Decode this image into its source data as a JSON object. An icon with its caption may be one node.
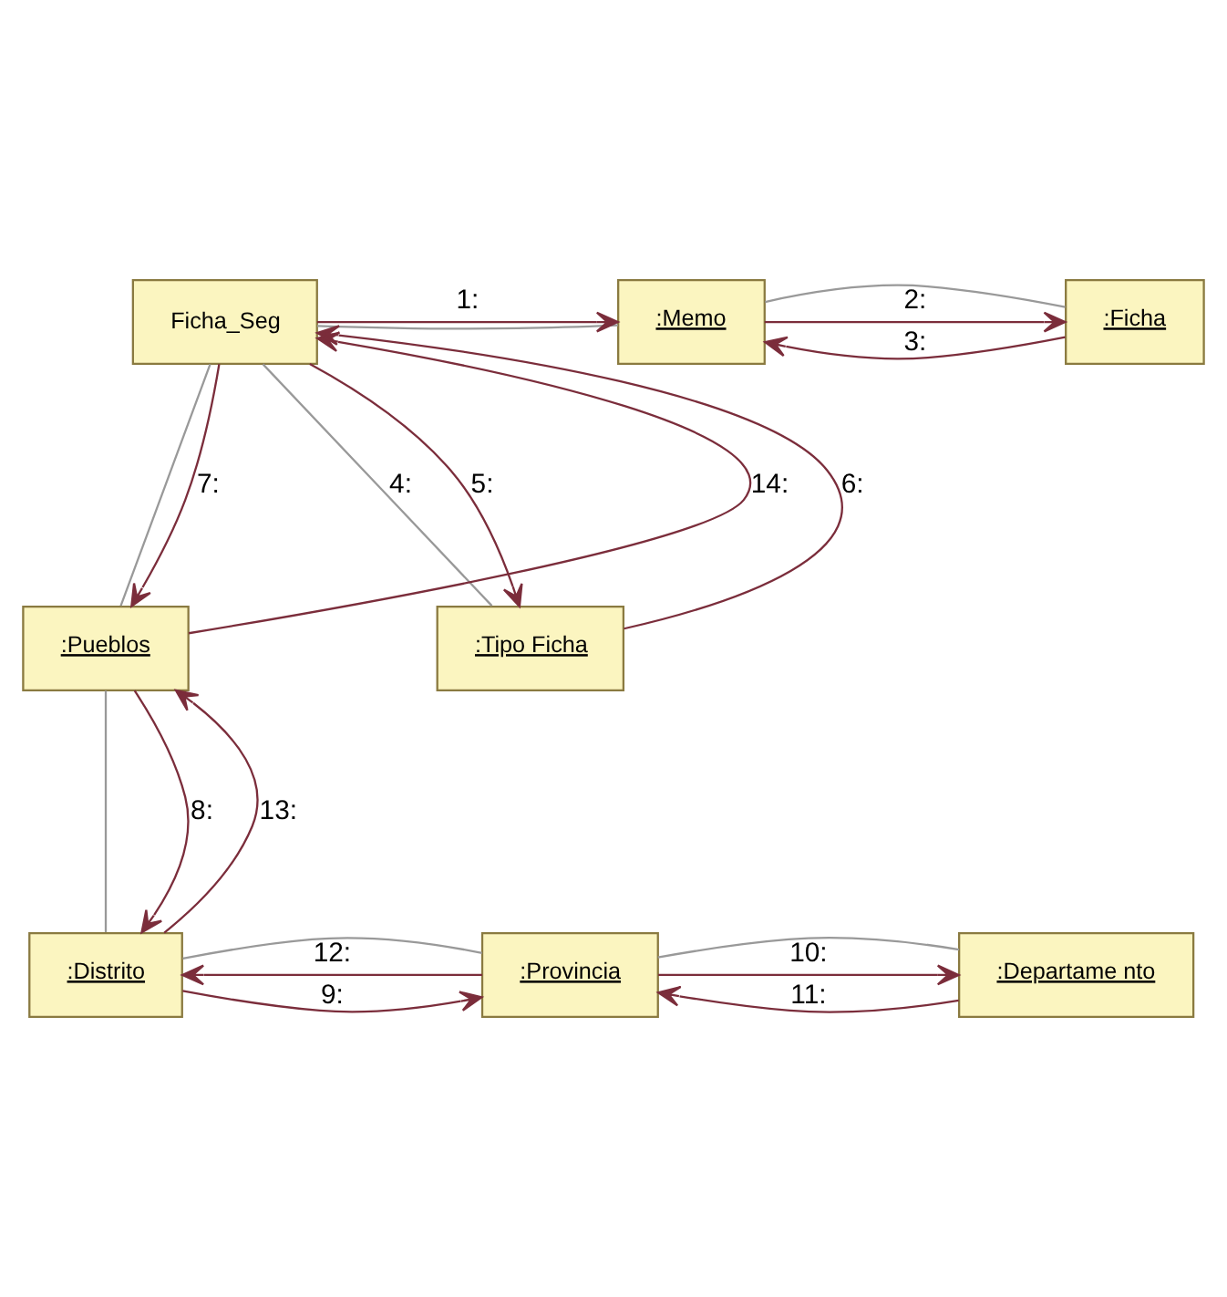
{
  "diagram": {
    "nodes": [
      {
        "text": [
          "Ficha_Seg"
        ]
      },
      {
        "text": [
          ":Memo"
        ]
      },
      {
        "text": [
          ":Ficha"
        ]
      },
      {
        "text": [
          ":Pueblos"
        ]
      },
      {
        "text": [
          ":Tipo Ficha"
        ]
      },
      {
        "text": [
          ":Distrito"
        ]
      },
      {
        "text": [
          ":Provincia"
        ]
      },
      {
        "text": [
          ":Departame nto"
        ]
      }
    ],
    "edges": [
      {
        "from": 0,
        "to": 1,
        "arrow": "none",
        "color": "#999999"
      },
      {
        "from": 1,
        "to": 2,
        "arrow": "none",
        "color": "#999999"
      },
      {
        "from": 0,
        "to": 4,
        "arrow": "none",
        "label": "4:",
        "color": "#999999"
      },
      {
        "from": 0,
        "to": 3,
        "arrow": "none",
        "color": "#999999"
      },
      {
        "from": 3,
        "to": 5,
        "arrow": "none",
        "color": "#999999"
      },
      {
        "from": 5,
        "to": 6,
        "arrow": "none",
        "color": "#999999"
      },
      {
        "from": 6,
        "to": 7,
        "arrow": "none",
        "color": "#999999"
      },
      {
        "from": 0,
        "to": 1,
        "arrow": "to",
        "label": "1:",
        "color": "#7b2d3b"
      },
      {
        "from": 1,
        "to": 2,
        "arrow": "to",
        "label": "2:",
        "color": "#7b2d3b"
      },
      {
        "from": 2,
        "to": 1,
        "arrow": "to",
        "label": "3:",
        "color": "#7b2d3b"
      },
      {
        "from": 0,
        "to": 4,
        "arrow": "to",
        "label": "5:",
        "color": "#7b2d3b"
      },
      {
        "from": 4,
        "to": 0,
        "arrow": "to",
        "label": "6:",
        "color": "#7b2d3b"
      },
      {
        "from": 0,
        "to": 3,
        "arrow": "to",
        "label": "7:",
        "color": "#7b2d3b"
      },
      {
        "from": 3,
        "to": 5,
        "arrow": "to",
        "label": "8:",
        "color": "#7b2d3b"
      },
      {
        "from": 5,
        "to": 6,
        "arrow": "to",
        "label": "9:",
        "color": "#7b2d3b"
      },
      {
        "from": 6,
        "to": 7,
        "arrow": "to",
        "label": "10:",
        "color": "#7b2d3b"
      },
      {
        "from": 7,
        "to": 6,
        "arrow": "to",
        "label": "11:",
        "color": "#7b2d3b"
      },
      {
        "from": 6,
        "to": 5,
        "arrow": "to",
        "label": "12:",
        "color": "#7b2d3b"
      },
      {
        "from": 5,
        "to": 3,
        "arrow": "to",
        "label": "13:",
        "color": "#7b2d3b"
      },
      {
        "from": 3,
        "to": 0,
        "arrow": "to",
        "label": "14:",
        "color": "#7b2d3b"
      }
    ]
  }
}
